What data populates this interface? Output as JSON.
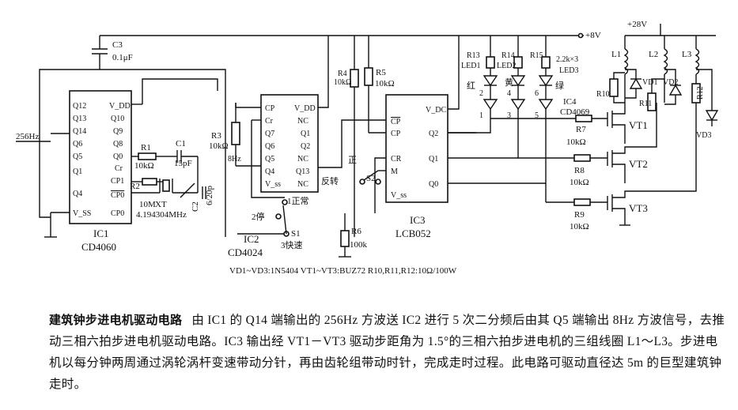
{
  "components": {
    "ic1": {
      "name": "IC1",
      "part": "CD4060",
      "pins_left": [
        "Q12",
        "Q13",
        "Q14",
        "Q6",
        "Q5",
        "Q1",
        "Q4",
        "V_SS"
      ],
      "pins_right": [
        "V_DD",
        "Q10",
        "Q9",
        "Q8",
        "Q0",
        "Cr",
        "CP1",
        "CP0",
        "CP0"
      ]
    },
    "ic2": {
      "name": "IC2",
      "part": "CD4024",
      "pins_left": [
        "CP",
        "Cr",
        "Q7",
        "Q6",
        "Q5",
        "Q4",
        "V_ss"
      ],
      "pins_right": [
        "V_DD",
        "NC",
        "Q1",
        "Q2",
        "NC",
        "Q13",
        "NC"
      ]
    },
    "ic3": {
      "name": "IC3",
      "part": "LCB052",
      "pins_left": [
        "CP",
        "CP",
        "CR",
        "M",
        "V_ss"
      ],
      "pins_right": [
        "V_DC",
        "Q2",
        "Q1",
        "Q0"
      ]
    },
    "ic4": {
      "name": "IC4",
      "part": "CD4069"
    },
    "c3": {
      "ref": "C3",
      "value": "0.1μF"
    },
    "c1": {
      "ref": "C1",
      "value": "15pF"
    },
    "c2": {
      "ref": "C2",
      "value": "6/20p"
    },
    "r1": {
      "ref": "R1",
      "value": "10kΩ"
    },
    "r2": {
      "ref": "R2",
      "value": "10M"
    },
    "x1": {
      "ref": "XT",
      "value": "4.194304MHz"
    },
    "r3": {
      "ref": "R3",
      "value": "10kΩ"
    },
    "r4": {
      "ref": "R4",
      "value": "10kΩ"
    },
    "r5": {
      "ref": "R5",
      "value": "10kΩ"
    },
    "r6": {
      "ref": "R6",
      "value": "100k"
    },
    "r7": {
      "ref": "R7",
      "value": "10kΩ"
    },
    "r8": {
      "ref": "R8",
      "value": "10kΩ"
    },
    "r9": {
      "ref": "R9",
      "value": "10kΩ"
    },
    "r10": {
      "ref": "R10"
    },
    "r11": {
      "ref": "R11"
    },
    "r12": {
      "ref": "R12"
    },
    "r13": "R13",
    "r14": "R14",
    "r15": "R15",
    "r13_15_value": "2.2k×3",
    "led1": "LED1",
    "led2": "LED2",
    "led3": "LED3",
    "vt1": "VT1",
    "vt2": "VT2",
    "vt3": "VT3",
    "vd1": "VD1",
    "vd2": "VD2",
    "vd3": "VD3",
    "l1": "L1",
    "l2": "L2",
    "l3": "L3",
    "s1": "S1",
    "s2": "S2"
  },
  "labels": {
    "freq_256": "256Hz",
    "freq_8": "8Hz",
    "supply_8v": "+8V",
    "supply_28v": "+28V",
    "color_red": "红",
    "color_yellow": "黄",
    "color_green": "绿",
    "s1_pos1": "1正常",
    "s1_pos2": "2停",
    "s1_pos3": "3快速",
    "s2_mode": "反转",
    "s2_pos": "正",
    "inv_pins": [
      "2",
      "1",
      "4",
      "3",
      "6",
      "5"
    ],
    "parts_note": "VD1~VD3:1N5404  VT1~VT3:BUZ72  R10,R11,R12:10Ω/100W"
  },
  "caption": {
    "title": "建筑钟步进电机驱动电路",
    "body": "由 IC1 的 Q14 端输出的 256Hz 方波送 IC2 进行 5 次二分频后由其 Q5 端输出 8Hz 方波信号，去推动三相六拍步进电机驱动电路。IC3 输出经 VT1－VT3 驱动步距角为 1.5°的三相六拍步进电机的三组线圈 L1～L3。步进电机以每分钟两周通过涡轮涡杆变速带动分针，再由齿轮组带动时针，完成走时过程。此电路可驱动直径达 5m 的巨型建筑钟走时。"
  }
}
